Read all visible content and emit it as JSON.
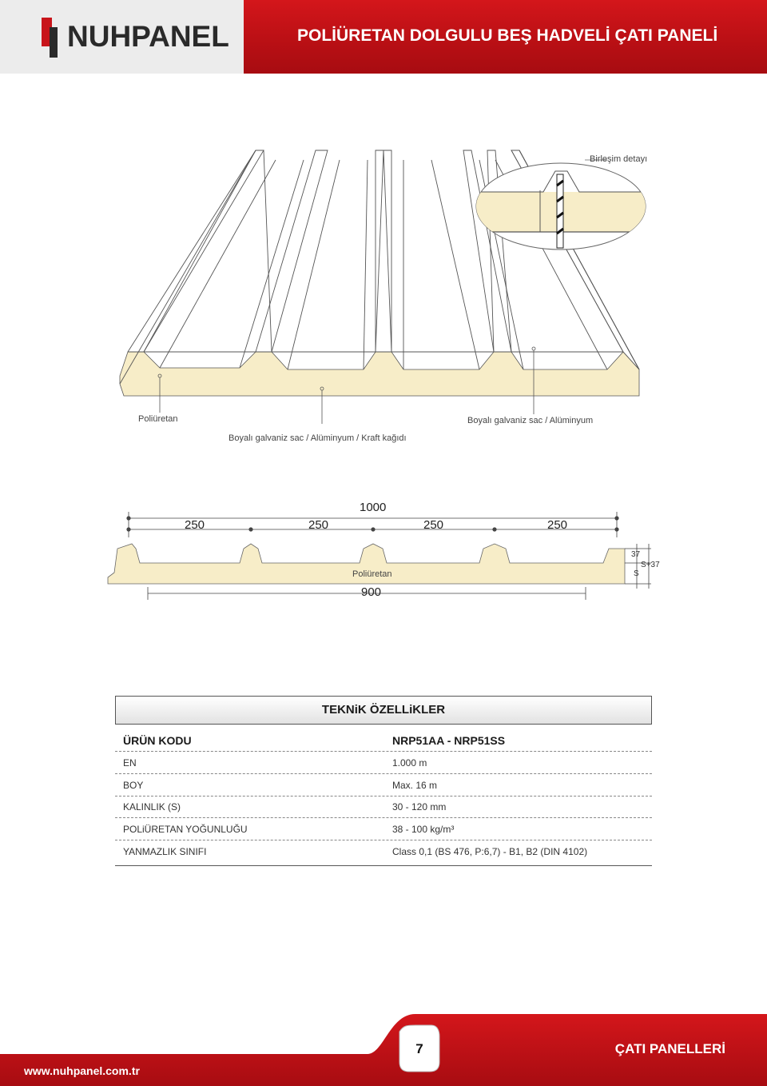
{
  "brand": {
    "name": "NUHPANEL",
    "accent": "#c8141a"
  },
  "page_title": "POLİÜRETAN DOLGULU BEŞ HADVELİ ÇATI PANELİ",
  "illustration": {
    "detail_label": "Birleşim detayı",
    "label_left": "Poliüretan",
    "label_bottom": "Boyalı galvaniz sac / Alüminyum / Kraft kağıdı",
    "label_right": "Boyalı galvaniz sac / Alüminyum"
  },
  "section_diagram": {
    "total_width": "1000",
    "pitches": [
      "250",
      "250",
      "250",
      "250"
    ],
    "core_label": "Poliüretan",
    "effective_width": "900",
    "rib_height": "37",
    "total_thickness": "S+37",
    "thickness": "S"
  },
  "specs": {
    "title": "TEKNiK ÖZELLiKLER",
    "header": {
      "label": "ÜRÜN KODU",
      "value": "NRP51AA - NRP51SS"
    },
    "rows": [
      {
        "label": "EN",
        "value": "1.000 m"
      },
      {
        "label": "BOY",
        "value": "Max. 16 m"
      },
      {
        "label": "KALINLIK (S)",
        "value": "30 - 120 mm"
      },
      {
        "label": "POLiÜRETAN YOĞUNLUĞU",
        "value": "38 - 100 kg/m³"
      },
      {
        "label": "YANMAZLIK SINIFI",
        "value": "Class 0,1 (BS 476, P:6,7) - B1, B2 (DIN 4102)"
      }
    ]
  },
  "footer": {
    "page_number": "7",
    "website": "www.nuhpanel.com.tr",
    "section": "ÇATI PANELLERİ"
  }
}
